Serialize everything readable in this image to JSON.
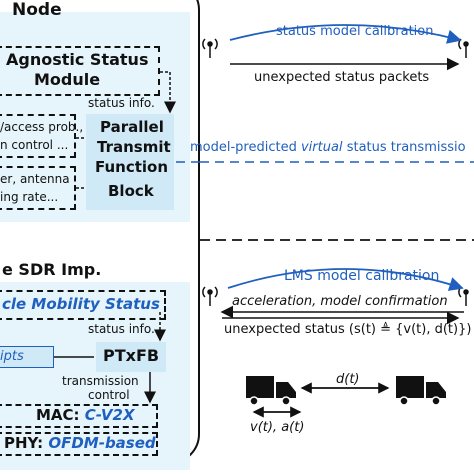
{
  "node": {
    "title": "Node",
    "agnostic_line1": "Agnostic Status",
    "agnostic_line2": "Module",
    "status_info_top": "status info.",
    "ptfb_line1": "Parallel",
    "ptfb_line2": "Transmit",
    "ptfb_line3": "Function",
    "ptfb_line4": "Block",
    "list_line1": "/access prob.,",
    "list_line2": "n control ...",
    "list_line3": "er, antenna",
    "list_line4": "ing rate..."
  },
  "sdr": {
    "title": "e SDR Imp.",
    "mobility_status": "cle Mobility Status",
    "status_info": "status info.",
    "scripts": "ipts",
    "ptxfb": "PTxFB",
    "transmission_control_1": "transmission",
    "transmission_control_2": "control",
    "mac_label": "MAC:",
    "mac_value": "C-V2X",
    "phy_label": "PHY:",
    "phy_value": "OFDM-based"
  },
  "right_top": {
    "calibration": "status model calibration",
    "unexpected_packets": "unexpected status packets"
  },
  "middle": {
    "virtual_prefix": "model-predicted ",
    "virtual_ital": "virtual",
    "virtual_suffix": " status transmissio"
  },
  "right_bottom": {
    "lms_calibration": "LMS model calibration",
    "acceleration": "acceleration, model confirmation",
    "unexpected_status": "unexpected status (s(t) ≜ {v(t), d(t)})",
    "distance": "d(t)",
    "velocity": "v(t), a(t)"
  },
  "colors": {
    "accent_blue": "#1f5fbf",
    "panel_fill": "#e6f5fb",
    "block_fill": "#cfe9f7"
  }
}
